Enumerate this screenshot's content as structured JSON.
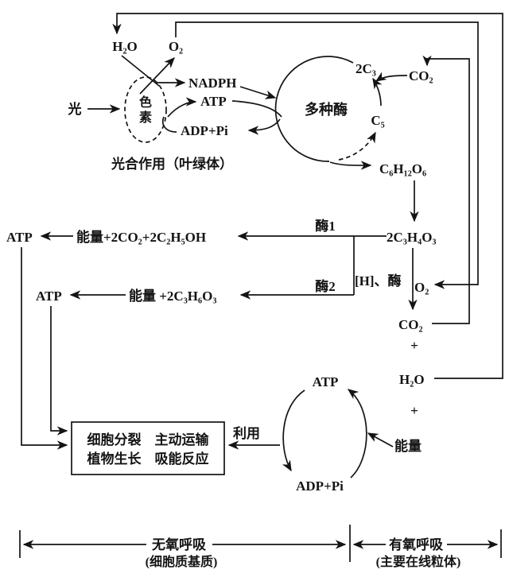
{
  "colors": {
    "ink": "#141414",
    "background": "#ffffff"
  },
  "diagram": {
    "photosynthesis": {
      "light": "光",
      "pigment_top": "色",
      "pigment_bottom": "素",
      "water": "H₂O",
      "oxygen": "O₂",
      "nadph": "NADPH",
      "atp": "ATP",
      "adp_pi": "ADP+Pi",
      "enzymes_circle": "多种酶",
      "c3": "2C₃",
      "c5": "C₅",
      "co2": "CO₂",
      "glucose": "C₆H₁₂O₆",
      "caption": "光合作用（叶绿体）"
    },
    "glycolysis": {
      "pyruvate": "2C₃H₄O₃",
      "enzyme1": "酶1",
      "enzyme2": "酶2",
      "row1_atp": "ATP",
      "row1_products": "能量+2CO₂+2C₂H₅OH",
      "row2_atp": "ATP",
      "row2_products": "能量 +2C₃H₆O₃"
    },
    "aerobic": {
      "h_enzyme": "[H]、酶",
      "oxygen": "O₂",
      "co2": "CO₂",
      "plus1": "+",
      "water": "H₂O",
      "plus2": "+",
      "energy": "能量"
    },
    "atp_cycle": {
      "atp": "ATP",
      "adp_pi": "ADP+Pi",
      "use": "利用",
      "box_line1": "细胞分裂　主动运输",
      "box_line2": "植物生长　吸能反应"
    },
    "legend": {
      "anaerobic": "无氧呼吸",
      "anaerobic_sub": "(细胞质基质)",
      "aerobic": "有氧呼吸",
      "aerobic_sub": "(主要在线粒体)"
    }
  }
}
